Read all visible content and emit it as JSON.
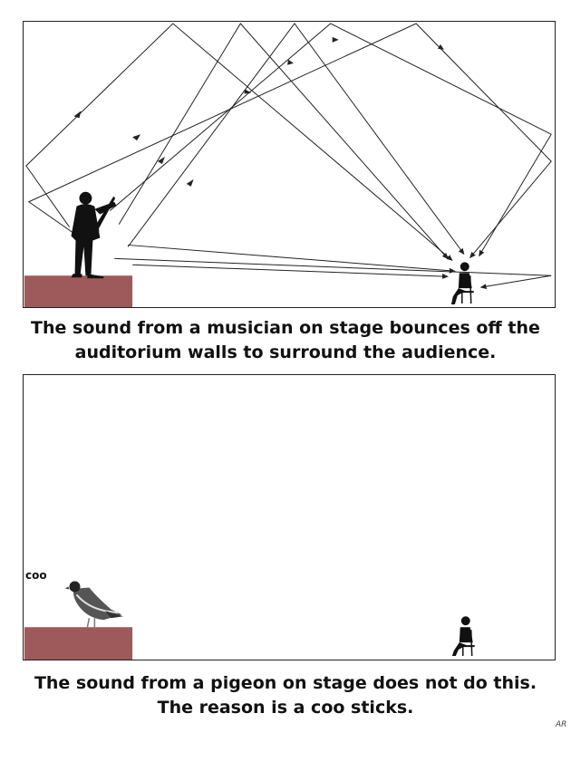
{
  "top_panel": {
    "caption_line1": "The sound from a musician on stage bounces off the",
    "caption_line2": "auditorium walls to surround the audience."
  },
  "bottom_panel": {
    "sound_word": "coo",
    "caption_line1": "The sound from a pigeon on stage does not do this.",
    "caption_line2": "The reason is a coo sticks."
  },
  "signature": "AR",
  "colors": {
    "stage": "#9e5a5a",
    "line": "#222222"
  }
}
